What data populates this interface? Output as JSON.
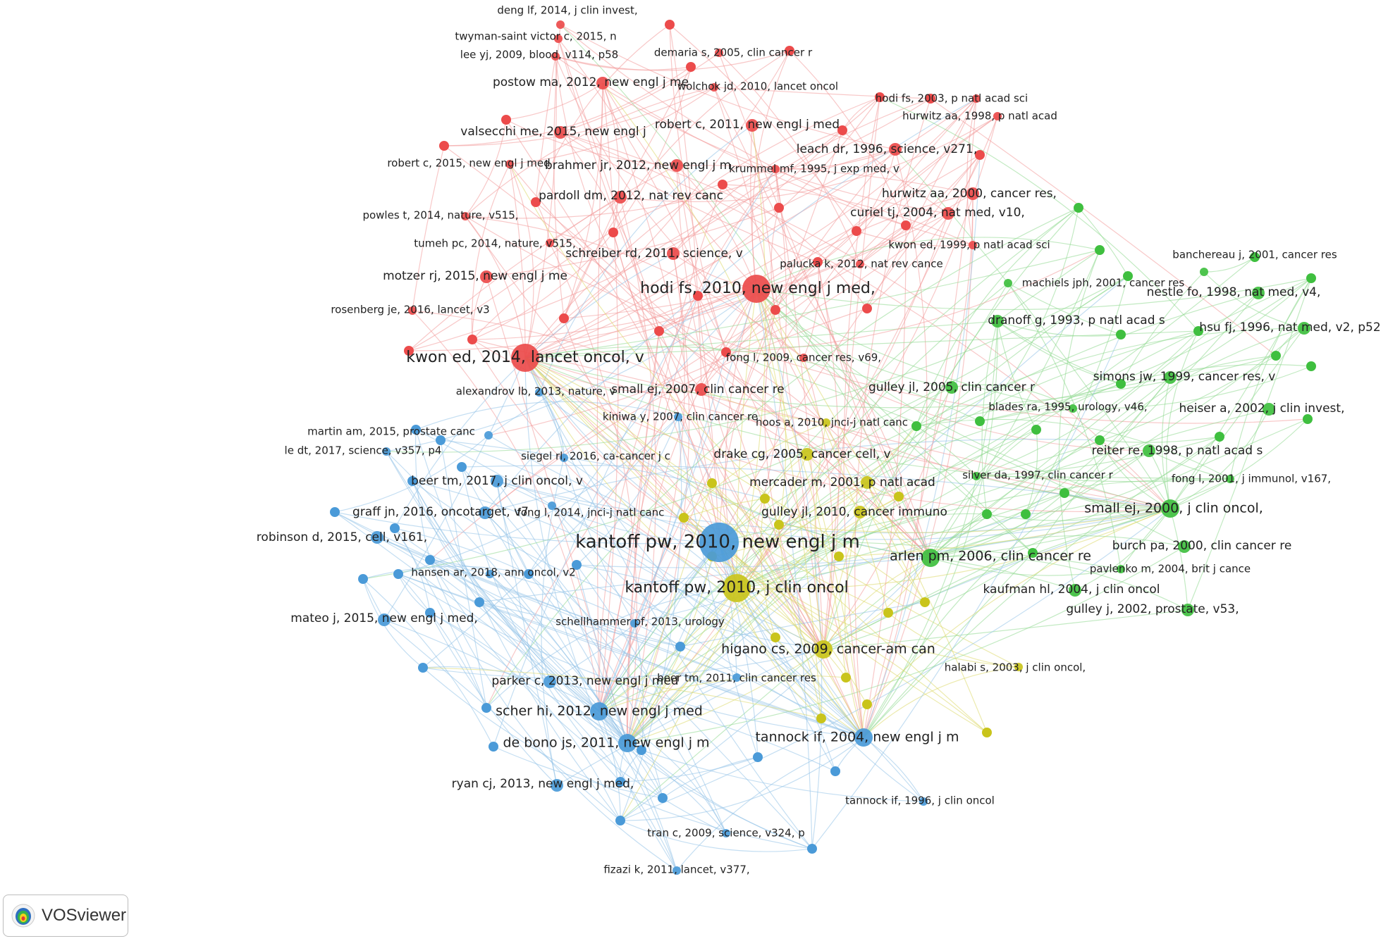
{
  "app": {
    "name": "VOSviewer",
    "logo_icon": "vosviewer-logo-icon"
  },
  "clusters": {
    "red": "#ec4b4b",
    "green": "#3fbf3f",
    "blue": "#4a9ad8",
    "yellow": "#c9c41b"
  },
  "edge_colors": {
    "red": "#f29a9a",
    "green": "#8fd88f",
    "blue": "#93c2e8",
    "yellow": "#ddd86a"
  },
  "nodes": [
    {
      "id": "n1",
      "label": "deng lf, 2014, j clin invest,",
      "cluster": "red",
      "weight": 1
    },
    {
      "id": "n2",
      "label": "twyman-saint victor c, 2015, n",
      "cluster": "red",
      "weight": 1
    },
    {
      "id": "n3",
      "label": "lee yj, 2009, blood, v114, p58",
      "cluster": "red",
      "weight": 1
    },
    {
      "id": "n4",
      "label": "demaria s, 2005, clin cancer r",
      "cluster": "red",
      "weight": 1
    },
    {
      "id": "n5",
      "label": "postow ma, 2012, new engl j me",
      "cluster": "red",
      "weight": 2
    },
    {
      "id": "n6",
      "label": "wolchok jd, 2010, lancet oncol",
      "cluster": "red",
      "weight": 1
    },
    {
      "id": "n7",
      "label": "hodi fs, 2003, p natl acad sci",
      "cluster": "red",
      "weight": 1
    },
    {
      "id": "n8",
      "label": "hurwitz aa, 1998, p natl acad",
      "cluster": "red",
      "weight": 1
    },
    {
      "id": "n9",
      "label": "robert c, 2011, new engl j med",
      "cluster": "red",
      "weight": 2
    },
    {
      "id": "n10",
      "label": "valsecchi me, 2015, new engl j",
      "cluster": "red",
      "weight": 2
    },
    {
      "id": "n11",
      "label": "leach dr, 1996, science, v271,",
      "cluster": "red",
      "weight": 2
    },
    {
      "id": "n12",
      "label": "robert c, 2015, new engl j med",
      "cluster": "red",
      "weight": 1
    },
    {
      "id": "n13",
      "label": "brahmer jr, 2012, new engl j m",
      "cluster": "red",
      "weight": 2
    },
    {
      "id": "n14",
      "label": "krummel mf, 1995, j exp med, v",
      "cluster": "red",
      "weight": 1
    },
    {
      "id": "n15",
      "label": "pardoll dm, 2012, nat rev canc",
      "cluster": "red",
      "weight": 2
    },
    {
      "id": "n16",
      "label": "hurwitz aa, 2000, cancer res,",
      "cluster": "red",
      "weight": 2
    },
    {
      "id": "n17",
      "label": "powles t, 2014, nature, v515,",
      "cluster": "red",
      "weight": 1
    },
    {
      "id": "n18",
      "label": "curiel tj, 2004, nat med, v10,",
      "cluster": "red",
      "weight": 2
    },
    {
      "id": "n19",
      "label": "tumeh pc, 2014, nature, v515,",
      "cluster": "red",
      "weight": 1
    },
    {
      "id": "n20",
      "label": "kwon ed, 1999, p natl acad sci",
      "cluster": "red",
      "weight": 1
    },
    {
      "id": "n21",
      "label": "schreiber rd, 2011, science, v",
      "cluster": "red",
      "weight": 2
    },
    {
      "id": "n22",
      "label": "palucka k, 2012, nat rev cance",
      "cluster": "red",
      "weight": 1
    },
    {
      "id": "n23",
      "label": "motzer rj, 2015, new engl j me",
      "cluster": "red",
      "weight": 2
    },
    {
      "id": "n24",
      "label": "hodi fs, 2010, new engl j med,",
      "cluster": "red",
      "weight": 4
    },
    {
      "id": "n25",
      "label": "rosenberg je, 2016, lancet, v3",
      "cluster": "red",
      "weight": 1
    },
    {
      "id": "n26",
      "label": "kwon ed, 2014, lancet oncol, v",
      "cluster": "red",
      "weight": 4
    },
    {
      "id": "n27",
      "label": "fong l, 2009, cancer res, v69,",
      "cluster": "red",
      "weight": 1
    },
    {
      "id": "n28",
      "label": "alexandrov lb, 2013, nature, v",
      "cluster": "blue",
      "weight": 1
    },
    {
      "id": "n29",
      "label": "small ej, 2007, clin cancer re",
      "cluster": "red",
      "weight": 2
    },
    {
      "id": "n30",
      "label": "kiniwa y, 2007, clin cancer re",
      "cluster": "blue",
      "weight": 1
    },
    {
      "id": "n31",
      "label": "martin am, 2015, prostate canc",
      "cluster": "blue",
      "weight": 1
    },
    {
      "id": "n32",
      "label": "le dt, 2017, science, v357, p4",
      "cluster": "blue",
      "weight": 1
    },
    {
      "id": "n33",
      "label": "siegel rl, 2016, ca-cancer j c",
      "cluster": "blue",
      "weight": 1
    },
    {
      "id": "n34",
      "label": "beer tm, 2017, j clin oncol, v",
      "cluster": "blue",
      "weight": 2
    },
    {
      "id": "n35",
      "label": "graff jn, 2016, oncotarget, v7",
      "cluster": "blue",
      "weight": 2
    },
    {
      "id": "n36",
      "label": "fong l, 2014, jnci-j natl canc",
      "cluster": "blue",
      "weight": 1
    },
    {
      "id": "n37",
      "label": "robinson d, 2015, cell, v161,",
      "cluster": "blue",
      "weight": 2
    },
    {
      "id": "n38",
      "label": "kantoff pw, 2010, new engl j m",
      "cluster": "blue",
      "weight": 5
    },
    {
      "id": "n39",
      "label": "hansen ar, 2018, ann oncol, v2",
      "cluster": "blue",
      "weight": 1
    },
    {
      "id": "n40",
      "label": "mateo j, 2015, new engl j med,",
      "cluster": "blue",
      "weight": 2
    },
    {
      "id": "n41",
      "label": "schellhammer pf, 2013, urology",
      "cluster": "blue",
      "weight": 1
    },
    {
      "id": "n42",
      "label": "parker c, 2013, new engl j med",
      "cluster": "blue",
      "weight": 2
    },
    {
      "id": "n43",
      "label": "scher hi, 2012, new engl j med",
      "cluster": "blue",
      "weight": 3
    },
    {
      "id": "n44",
      "label": "de bono js, 2011, new engl j m",
      "cluster": "blue",
      "weight": 3
    },
    {
      "id": "n45",
      "label": "tannock if, 2004, new engl j m",
      "cluster": "blue",
      "weight": 3
    },
    {
      "id": "n46",
      "label": "beer tm, 2011, clin cancer res",
      "cluster": "blue",
      "weight": 1
    },
    {
      "id": "n47",
      "label": "ryan cj, 2013, new engl j med,",
      "cluster": "blue",
      "weight": 2
    },
    {
      "id": "n48",
      "label": "tannock if, 1996, j clin oncol",
      "cluster": "blue",
      "weight": 1
    },
    {
      "id": "n49",
      "label": "tran c, 2009, science, v324, p",
      "cluster": "blue",
      "weight": 1
    },
    {
      "id": "n50",
      "label": "fizazi k, 2011, lancet, v377,",
      "cluster": "blue",
      "weight": 1
    },
    {
      "id": "n51",
      "label": "hoos a, 2010, jnci-j natl canc",
      "cluster": "yellow",
      "weight": 1
    },
    {
      "id": "n52",
      "label": "drake cg, 2005, cancer cell, v",
      "cluster": "yellow",
      "weight": 2
    },
    {
      "id": "n53",
      "label": "mercader m, 2001, p natl acad",
      "cluster": "yellow",
      "weight": 2
    },
    {
      "id": "n54",
      "label": "gulley jl, 2010, cancer immuno",
      "cluster": "yellow",
      "weight": 2
    },
    {
      "id": "n55",
      "label": "kantoff pw, 2010, j clin oncol",
      "cluster": "yellow",
      "weight": 4
    },
    {
      "id": "n56",
      "label": "higano cs, 2009, cancer-am can",
      "cluster": "yellow",
      "weight": 3
    },
    {
      "id": "n57",
      "label": "halabi s, 2003, j clin oncol,",
      "cluster": "yellow",
      "weight": 1
    },
    {
      "id": "n58",
      "label": "banchereau j, 2001, cancer res",
      "cluster": "green",
      "weight": 1
    },
    {
      "id": "n59",
      "label": "machiels jph, 2001, cancer res",
      "cluster": "green",
      "weight": 1
    },
    {
      "id": "n60",
      "label": "nestle fo, 1998, nat med, v4,",
      "cluster": "green",
      "weight": 2
    },
    {
      "id": "n61",
      "label": "dranoff g, 1993, p natl acad s",
      "cluster": "green",
      "weight": 2
    },
    {
      "id": "n62",
      "label": "hsu fj, 1996, nat med, v2, p52",
      "cluster": "green",
      "weight": 2
    },
    {
      "id": "n63",
      "label": "gulley jl, 2005, clin cancer r",
      "cluster": "green",
      "weight": 2
    },
    {
      "id": "n64",
      "label": "simons jw, 1999, cancer res, v",
      "cluster": "green",
      "weight": 2
    },
    {
      "id": "n65",
      "label": "blades ra, 1995, urology, v46,",
      "cluster": "green",
      "weight": 1
    },
    {
      "id": "n66",
      "label": "heiser a, 2002, j clin invest,",
      "cluster": "green",
      "weight": 2
    },
    {
      "id": "n67",
      "label": "reiter re, 1998, p natl acad s",
      "cluster": "green",
      "weight": 2
    },
    {
      "id": "n68",
      "label": "silver da, 1997, clin cancer r",
      "cluster": "green",
      "weight": 1
    },
    {
      "id": "n69",
      "label": "fong l, 2001, j immunol, v167,",
      "cluster": "green",
      "weight": 1
    },
    {
      "id": "n70",
      "label": "small ej, 2000, j clin oncol,",
      "cluster": "green",
      "weight": 3
    },
    {
      "id": "n71",
      "label": "arlen pm, 2006, clin cancer re",
      "cluster": "green",
      "weight": 3
    },
    {
      "id": "n72",
      "label": "burch pa, 2000, clin cancer re",
      "cluster": "green",
      "weight": 2
    },
    {
      "id": "n73",
      "label": "pavlenko m, 2004, brit j cance",
      "cluster": "green",
      "weight": 1
    },
    {
      "id": "n74",
      "label": "kaufman hl, 2004, j clin oncol",
      "cluster": "green",
      "weight": 2
    },
    {
      "id": "n75",
      "label": "gulley j, 2002, prostate, v53,",
      "cluster": "green",
      "weight": 2
    }
  ]
}
